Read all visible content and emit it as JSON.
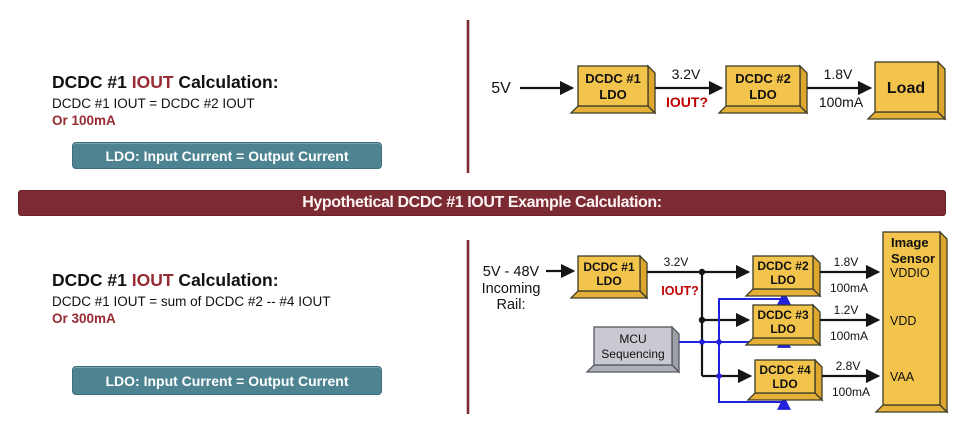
{
  "top_left": {
    "title_prefix": "DCDC #1 ",
    "title_accent": "IOUT",
    "title_suffix": " Calculation:",
    "formula": "DCDC #1 IOUT = DCDC #2 IOUT",
    "result": "Or 100mA",
    "badge": "LDO: Input Current = Output Current"
  },
  "banner": {
    "text": "Hypothetical DCDC #1 IOUT Example Calculation:"
  },
  "bottom_left": {
    "title_prefix": "DCDC #1 ",
    "title_accent": "IOUT",
    "title_suffix": " Calculation:",
    "formula": "DCDC #1 IOUT = sum of DCDC #2 -- #4 IOUT",
    "result": "Or 300mA",
    "badge": "LDO: Input Current = Output Current"
  },
  "top_diagram": {
    "input": "5V",
    "block1_l1": "DCDC #1",
    "block1_l2": "LDO",
    "v1": "3.2V",
    "iout": "IOUT?",
    "block2_l1": "DCDC #2",
    "block2_l2": "LDO",
    "v2": "1.8V",
    "i2": "100mA",
    "load": "Load"
  },
  "bottom_diagram": {
    "input_l1": "5V - 48V",
    "input_l2": "Incoming",
    "input_l3": "Rail:",
    "block1_l1": "DCDC #1",
    "block1_l2": "LDO",
    "v1": "3.2V",
    "iout": "IOUT?",
    "mcu_l1": "MCU",
    "mcu_l2": "Sequencing",
    "branches": [
      {
        "l1": "DCDC #2",
        "l2": "LDO",
        "v": "1.8V",
        "i": "100mA",
        "pin": "VDDIO"
      },
      {
        "l1": "DCDC #3",
        "l2": "LDO",
        "v": "1.2V",
        "i": "100mA",
        "pin": "VDD"
      },
      {
        "l1": "DCDC #4",
        "l2": "LDO",
        "v": "2.8V",
        "i": "100mA",
        "pin": "VAA"
      }
    ],
    "sensor_l1": "Image",
    "sensor_l2": "Sensor"
  },
  "colors": {
    "gold_face": "#f3c44c",
    "gold_side": "#dca62f",
    "maroon": "#7d2b33",
    "accent_red": "#982b33",
    "bright_red": "#c00000",
    "teal": "#4e8492",
    "wire_blue": "#2222dd"
  }
}
